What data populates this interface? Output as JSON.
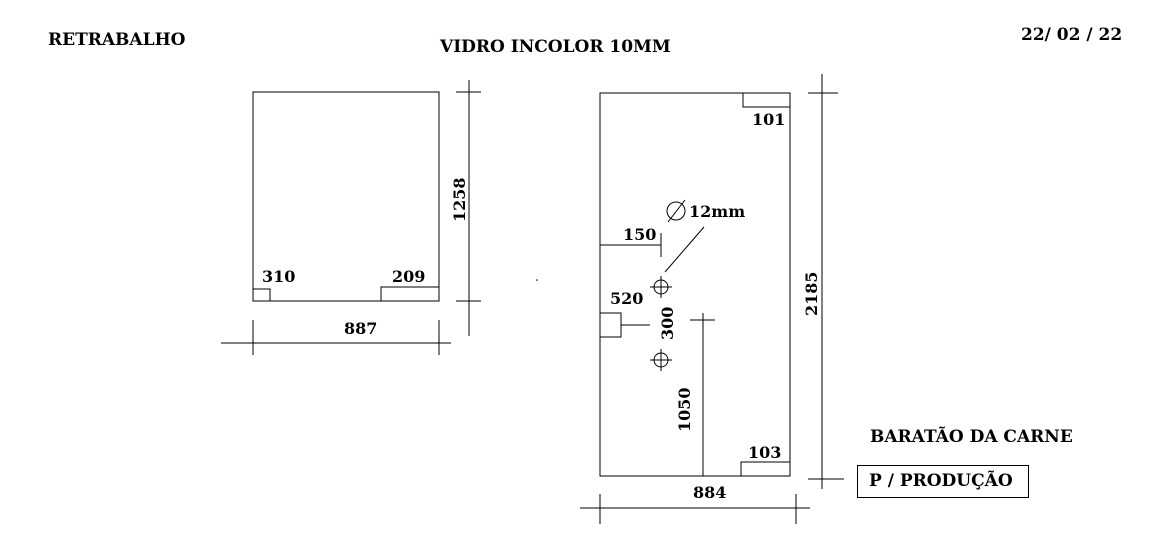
{
  "header": {
    "left": "RETRABALHO",
    "center": "VIDRO INCOLOR 10MM",
    "date": "22/ 02 / 22"
  },
  "piece_left": {
    "height": "1258",
    "width": "887",
    "corner_left": "310",
    "corner_right": "209"
  },
  "piece_right": {
    "height": "2185",
    "width": "884",
    "corner_top": "101",
    "corner_bottom": "103",
    "hole_diameter": "12mm",
    "hole_offset_x": "150",
    "notch": "520",
    "hole_spacing": "300",
    "hole_height": "1050"
  },
  "client": "BARATÃO DA CARNE",
  "status": "P / PRODUÇÃO"
}
